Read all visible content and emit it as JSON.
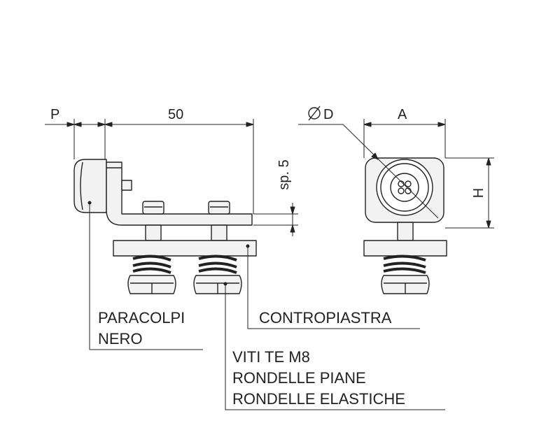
{
  "dimensions": {
    "p": "P",
    "width_50": "50",
    "diameter": "D",
    "a": "A",
    "h": "H",
    "thickness": "sp. 5"
  },
  "labels": {
    "bumper_line1": "PARACOLPI",
    "bumper_line2": "NERO",
    "counterplate": "CONTROPIASTRA",
    "screws_line1": "VITI TE M8",
    "screws_line2": "RONDELLE PIANE",
    "screws_line3": "RONDELLE ELASTICHE"
  },
  "colors": {
    "line": "#222222",
    "part_fill": "#f2f2f2"
  }
}
